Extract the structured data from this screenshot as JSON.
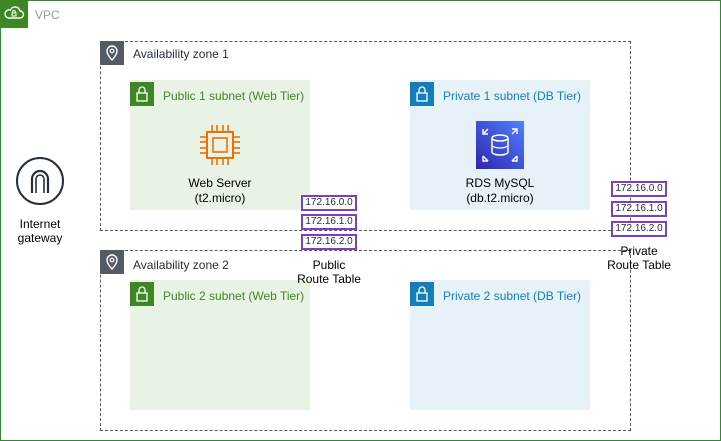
{
  "vpc": {
    "label": "VPC",
    "icon": "cloud-icon"
  },
  "zones": [
    {
      "label": "Availability zone 1",
      "icon": "location-pin-icon"
    },
    {
      "label": "Availability zone 2",
      "icon": "location-pin-icon"
    }
  ],
  "subnets": {
    "public1": {
      "label": "Public 1 subnet (Web Tier)",
      "icon": "lock-icon"
    },
    "private1": {
      "label": "Private 1 subnet (DB Tier)",
      "icon": "lock-icon"
    },
    "public2": {
      "label": "Public 2 subnet (Web Tier)",
      "icon": "lock-icon"
    },
    "private2": {
      "label": "Private 2 subnet (DB Tier)",
      "icon": "lock-icon"
    }
  },
  "resources": {
    "web_server": {
      "name": "Web Server",
      "type": "(t2.micro)",
      "icon": "ec2-instance-icon"
    },
    "rds": {
      "name": "RDS MySQL",
      "type": "(db.t2.micro)",
      "icon": "rds-database-icon"
    }
  },
  "internet_gateway": {
    "line1": "Internet",
    "line2": "gateway",
    "icon": "internet-gateway-icon"
  },
  "public_route_table": {
    "entries": [
      "172.16.0.0",
      "172.16.1.0",
      "172.16.2.0"
    ],
    "line1": "Public",
    "line2": "Route Table"
  },
  "private_route_table": {
    "entries": [
      "172.16.0.0",
      "172.16.1.0",
      "172.16.2.0"
    ],
    "line1": "Private",
    "line2": "Route Table"
  },
  "colors": {
    "vpc_border": "#2e8b2e",
    "public_green": "#3f8624",
    "private_blue": "#147eba",
    "public_subnet_fill": "#e9f3e5",
    "private_subnet_fill": "#e6f2f8",
    "ec2_orange": "#ed7100",
    "rds_blue": "#2e27ad",
    "route_table_border": "#7d3fbd"
  }
}
